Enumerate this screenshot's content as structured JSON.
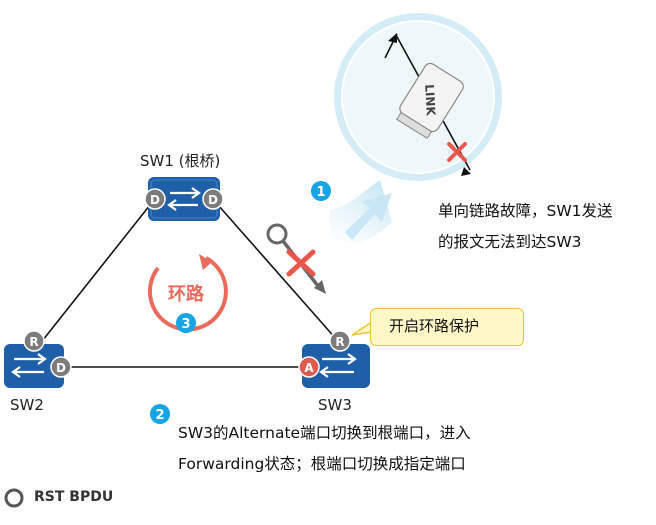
{
  "switches": [
    {
      "id": "sw1",
      "label": "SW1 (根桥)"
    },
    {
      "id": "sw2",
      "label": "SW2"
    },
    {
      "id": "sw3",
      "label": "SW3"
    }
  ],
  "port_roles": {
    "sw1_left": "D",
    "sw1_right": "D",
    "sw2_top": "R",
    "sw2_right": "D",
    "sw3_top": "R",
    "sw3_left": "A"
  },
  "link_label": "LINK",
  "loop_label": "环路",
  "steps": [
    {
      "num": "1",
      "lines": [
        "单向链路故障，SW1发送",
        "的报文无法到达SW3"
      ]
    },
    {
      "num": "2",
      "lines": [
        "SW3的Alternate端口切换到根端口，进入",
        "Forwarding状态；根端口切换成指定端口"
      ]
    },
    {
      "num": "3"
    }
  ],
  "callout": "开启环路保护",
  "legend": "RST BPDU",
  "colors": {
    "switch_blue": "#1f5fa8",
    "port_gray": "#7b7b7b",
    "alternate_red": "#e05a50",
    "loop_red": "#ea6a5c",
    "step_blue": "#16a4e2",
    "cross_red": "#e8574c",
    "magnifier_fill": "#e6f5fa",
    "magnifier_ring": "#cfe8f2",
    "callout_fill": "#fff8c6",
    "callout_border": "#f0c437"
  }
}
